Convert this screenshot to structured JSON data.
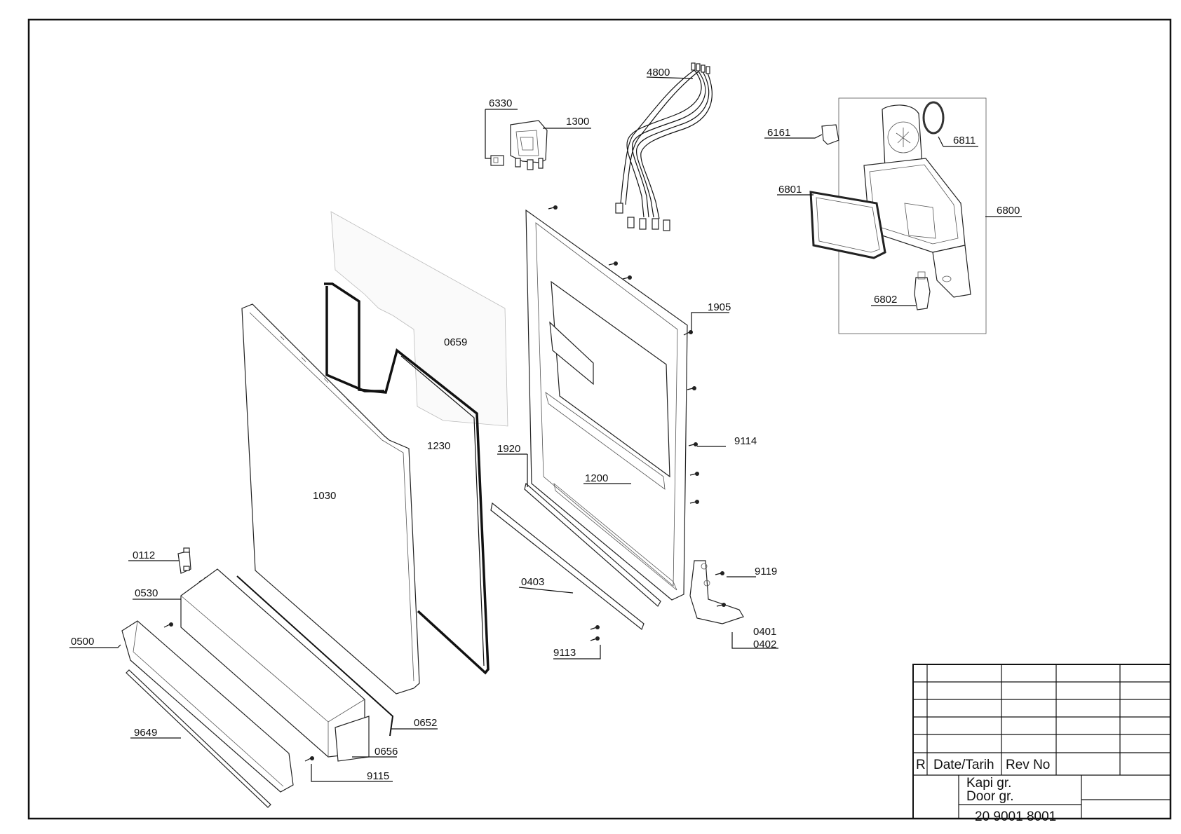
{
  "drawing": {
    "parts": [
      {
        "id": "p4800",
        "label": "4800"
      },
      {
        "id": "p6330",
        "label": "6330"
      },
      {
        "id": "p1300",
        "label": "1300"
      },
      {
        "id": "p6161",
        "label": "6161"
      },
      {
        "id": "p6811",
        "label": "6811"
      },
      {
        "id": "p6801",
        "label": "6801"
      },
      {
        "id": "p6800",
        "label": "6800"
      },
      {
        "id": "p6802",
        "label": "6802"
      },
      {
        "id": "p1905",
        "label": "1905"
      },
      {
        "id": "p0659",
        "label": "0659"
      },
      {
        "id": "p1230",
        "label": "1230"
      },
      {
        "id": "p1030",
        "label": "1030"
      },
      {
        "id": "p1920",
        "label": "1920"
      },
      {
        "id": "p1200",
        "label": "1200"
      },
      {
        "id": "p9114",
        "label": "9114"
      },
      {
        "id": "p0112",
        "label": "0112"
      },
      {
        "id": "p0530",
        "label": "0530"
      },
      {
        "id": "p0403",
        "label": "0403"
      },
      {
        "id": "p9119",
        "label": "9119"
      },
      {
        "id": "p0401",
        "label": "0401"
      },
      {
        "id": "p0402",
        "label": "0402"
      },
      {
        "id": "p0500",
        "label": "0500"
      },
      {
        "id": "p9113",
        "label": "9113"
      },
      {
        "id": "p0652",
        "label": "0652"
      },
      {
        "id": "p9649",
        "label": "9649"
      },
      {
        "id": "p0656",
        "label": "0656"
      },
      {
        "id": "p9115",
        "label": "9115"
      }
    ]
  },
  "title_block": {
    "r_label": "R",
    "date_label": "Date/Tarih",
    "rev_label": "Rev No",
    "title_tr": "Kapi gr.",
    "title_en": "Door gr.",
    "part_number": "20 9001 8001"
  }
}
